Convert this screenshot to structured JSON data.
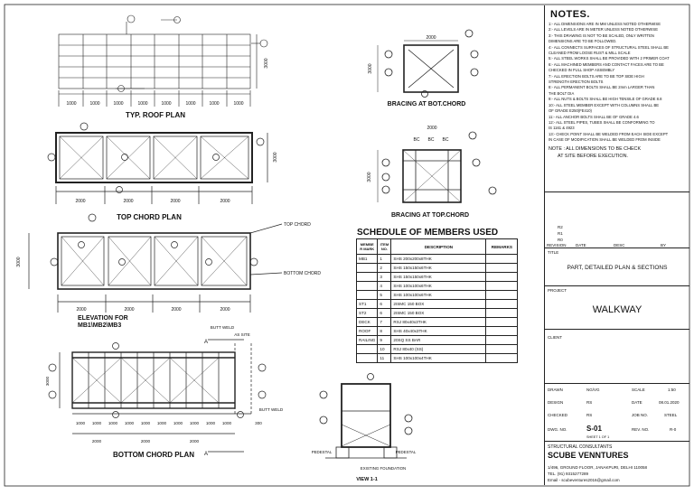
{
  "drawing": {
    "roof_plan_title": "TYP. ROOF PLAN",
    "top_chord_title": "TOP CHORD PLAN",
    "elevation_title_1": "ELEVATION FOR",
    "elevation_title_2": "MB1\\MB2\\MB3",
    "bottom_chord_title": "BOTTOM CHORD PLAN",
    "bracing_bot_title": "BRACING AT BOT.CHORD",
    "bracing_top_title": "BRACING AT TOP.CHORD",
    "view_title": "VIEW 1-1",
    "top_chord_label": "TOP CHORD",
    "bottom_chord_label": "BOTTOM CHORD",
    "dim_1000": "1000",
    "dim_2000": "2000",
    "dim_3000": "3000",
    "dim_300": "300",
    "section_a": "A",
    "as_site": "AS SITE",
    "butt_weld": "BUTT WELD",
    "pedestal": "PEDESTAL",
    "existing_foundation": "EXISTING FOUNDATION",
    "bc_label": "BC"
  },
  "schedule": {
    "title": "SCHEDULE OF MEMBERS USED",
    "headers": [
      "MEMBE R MARK",
      "ITEM NO.",
      "DESCRIPTION",
      "REMARKS"
    ],
    "rows": [
      [
        "MB1",
        "1",
        "SHS 200x200x8THK",
        ""
      ],
      [
        "",
        "2",
        "SHS 150x150x6THK",
        ""
      ],
      [
        "",
        "3",
        "SHS 150x150x6THK",
        ""
      ],
      [
        "",
        "4",
        "SHS 100x100x6THK",
        ""
      ],
      [
        "",
        "5",
        "SHS 100x100x6THK",
        ""
      ],
      [
        "ST1",
        "6",
        "2ISMC 150 BOX",
        ""
      ],
      [
        "ST2",
        "6",
        "2ISMC 150 BOX",
        ""
      ],
      [
        "DECK",
        "7",
        "RSJ 80x40x3THK",
        ""
      ],
      [
        "ROOF",
        "8",
        "SHS 40x40x3THK",
        ""
      ],
      [
        "RAILING",
        "9",
        "20SQ SS BAR",
        ""
      ],
      [
        "",
        "10",
        "RSJ 80x40 (SS)",
        ""
      ],
      [
        "",
        "11",
        "SHS 100x100x4THK",
        ""
      ]
    ]
  },
  "title_block": {
    "notes_title": "NOTES.",
    "notes": [
      "1:- ALL DIMENSIONS ARE IN MM UNLESS NOTED OTHERWISE",
      "2:- ALL LEVELS ARE IN METER UNLESS NOTED OTHERWISE",
      "3:- THIS DRAWING IS NOT TO BE SCALED, ONLY WRITTEN",
      "    DIMENSIONS ARE TO BE FOLLOWED.",
      "4:- ALL CONNECTS SURFACES OF STRUCTURAL STEEL SHALL BE",
      "    CLEANED FROM LOOSE RUST & MILL SCALE",
      "5:- ALL STEEL WORKS SHALL BE PROVIDED WITH 2 PRIMER COAT",
      "6:- ALL MACHINED MEMBERS AND CONTACT FACES ARE TO BE",
      "    CHECKED IN FULL SHOP ASSEMBLY",
      "7:- ALL ERECTION BOLTS ARE TO BE TOP SIDE HIGH",
      "    STRENGTH ERECTION BOLTS",
      "8:- ALL PERMANENT BOLTS SHALL BE 2mm LARGER THAN",
      "    THE BOLT DIA",
      "9:- ALL NUTS & BOLTS SHALL BE HIGH TENSILE OF GRADE 8.8",
      "10:- ALL STEEL MEMBER EXCEPT WITH COLUMNS SHALL BE",
      "    OF GRADE E250(FE410)",
      "11:- ALL ANCHOR BOLTS SHALL BE OF GRADE 4.6",
      "12:- ALL STEEL PIPES, TUBES SHALL BE CONFORMING TO",
      "    IS 1161 & 4923",
      "13:- CHECK POINT SHALL BE WELDED FROM EACH SIDE EXCEPT",
      "    IN CASE OF MODIFICATION SHALL BE WELDED FROM INSIDE",
      "NOTE : ALL DIMENSIONS TO BE CHECK",
      "AT SITE BEFORE EXECUTION."
    ],
    "rev_rows": [
      "R2",
      "R1",
      "R0"
    ],
    "rev_hdr": [
      "REVISION",
      "DATE",
      "DESC",
      "BY"
    ],
    "title_label": "TITLE",
    "drawing_title": "PART, DETAILED PLAN & SECTIONS",
    "project_label": "PROJECT",
    "project": "WALKWAY",
    "client_label": "CLIENT",
    "rows": [
      [
        "DRAWN",
        "NG/VG",
        "SCALE",
        "1:50"
      ],
      [
        "DESIGN",
        "RS",
        "DATE",
        "08.01.2020"
      ],
      [
        "CHECKED",
        "RS",
        "JOB NO.",
        "STEEL"
      ],
      [
        "DWG. NO.",
        "S-01",
        "REV. NO.",
        "R-0"
      ]
    ],
    "sheet": "SHEET 1 OF 1",
    "consultant_label": "STRUCTURAL CONSULTANTS",
    "company": "SCUBE VENNTURES",
    "address_1": "1/496, GROUND FLOOR, JANAKPURI, DELHI 110058",
    "phone": "TEL. (91) 9315277289",
    "email": "Email - scubeventures2016@gmail.com"
  }
}
